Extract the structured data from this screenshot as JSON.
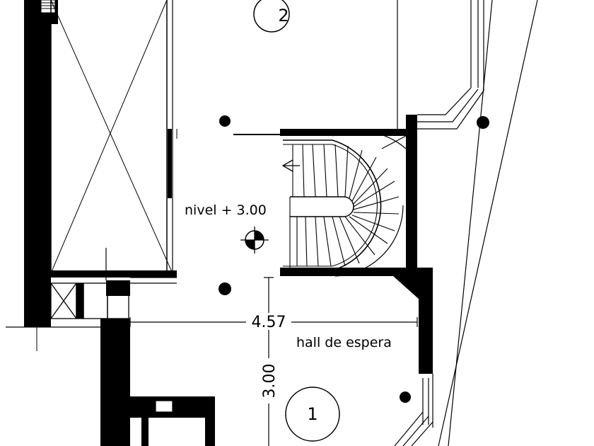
{
  "labels": {
    "room_2": "2",
    "room_1": "1",
    "level": "nivel + 3.00",
    "dim_width": "4.57",
    "dim_depth": "3.00",
    "room_name": "hall de espera"
  },
  "colors": {
    "ink": "#000000",
    "paper": "#ffffff"
  }
}
